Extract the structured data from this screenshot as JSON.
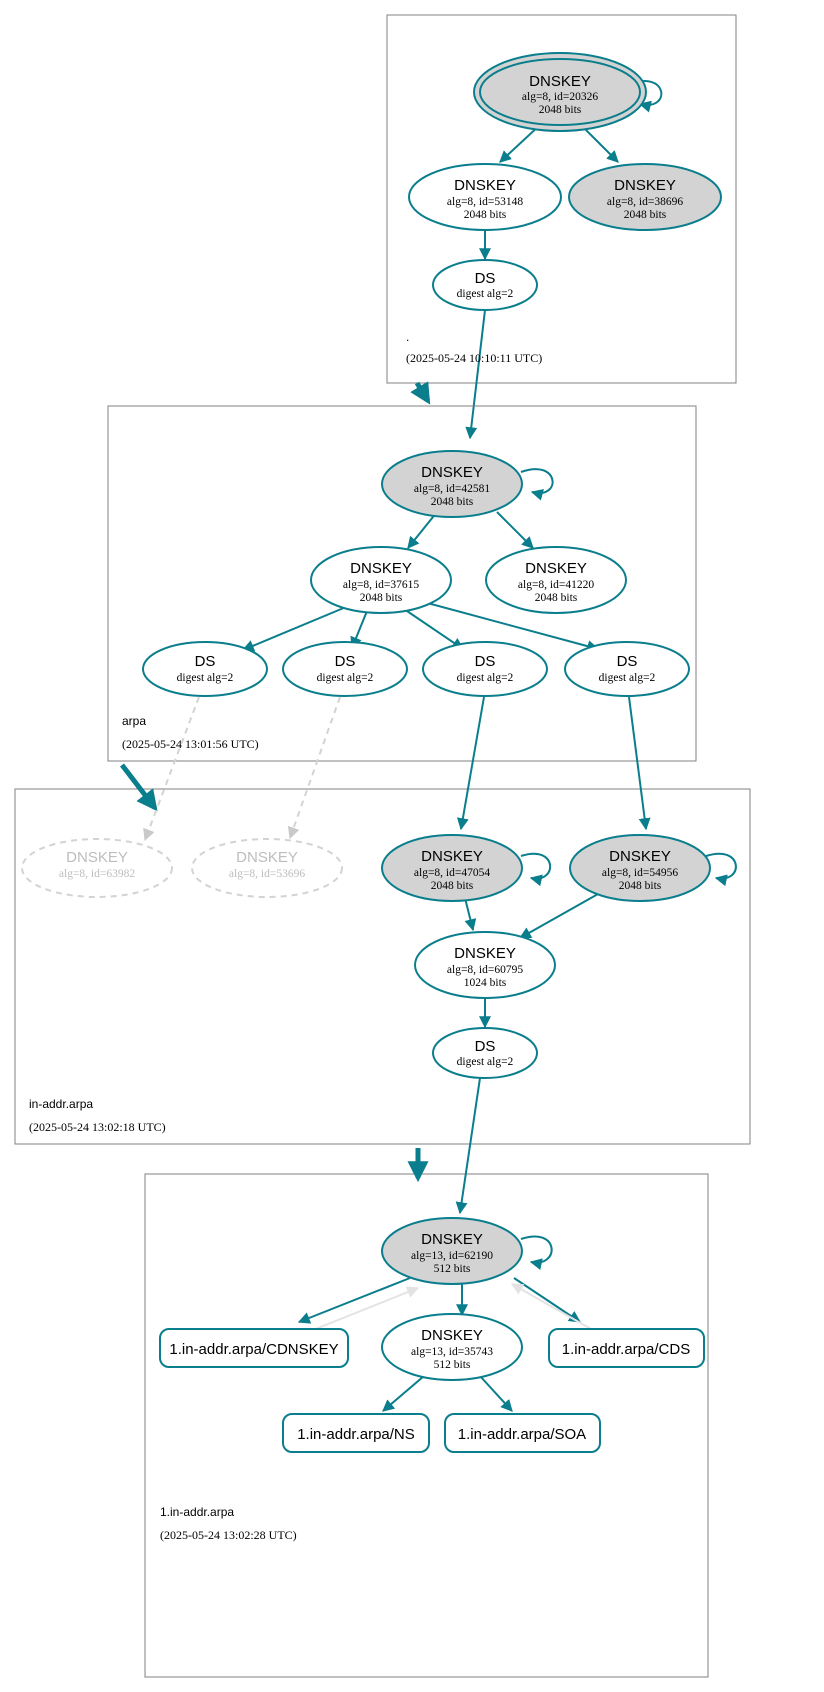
{
  "diagram": {
    "title": "DNSSEC authentication chain for 1.in-addr.arpa",
    "accent_color": "#0a7e8c",
    "secure_fill": "#d3d3d3",
    "nonexistent_color": "#d3d3d3"
  },
  "zones": [
    {
      "id": "root",
      "name": ".",
      "timestamp": "(2025-05-24 10:10:11 UTC)",
      "nodes": [
        {
          "id": "root-ksk",
          "type": "DNSKEY",
          "title": "DNSKEY",
          "line1": "alg=8, id=20326",
          "line2": "2048 bits",
          "style": "trust-anchor"
        },
        {
          "id": "root-zsk-53148",
          "type": "DNSKEY",
          "title": "DNSKEY",
          "line1": "alg=8, id=53148",
          "line2": "2048 bits",
          "style": "insecure-fill"
        },
        {
          "id": "root-zsk-38696",
          "type": "DNSKEY",
          "title": "DNSKEY",
          "line1": "alg=8, id=38696",
          "line2": "2048 bits",
          "style": "secure"
        },
        {
          "id": "root-ds",
          "type": "DS",
          "title": "DS",
          "line1": "digest alg=2",
          "line2": "",
          "style": "plain"
        }
      ]
    },
    {
      "id": "arpa",
      "name": "arpa",
      "timestamp": "(2025-05-24 13:01:56 UTC)",
      "nodes": [
        {
          "id": "arpa-ksk",
          "type": "DNSKEY",
          "title": "DNSKEY",
          "line1": "alg=8, id=42581",
          "line2": "2048 bits",
          "style": "secure"
        },
        {
          "id": "arpa-zsk-37615",
          "type": "DNSKEY",
          "title": "DNSKEY",
          "line1": "alg=8, id=37615",
          "line2": "2048 bits",
          "style": "plain"
        },
        {
          "id": "arpa-zsk-41220",
          "type": "DNSKEY",
          "title": "DNSKEY",
          "line1": "alg=8, id=41220",
          "line2": "2048 bits",
          "style": "plain"
        },
        {
          "id": "arpa-ds-1",
          "type": "DS",
          "title": "DS",
          "line1": "digest alg=2",
          "line2": "",
          "style": "plain"
        },
        {
          "id": "arpa-ds-2",
          "type": "DS",
          "title": "DS",
          "line1": "digest alg=2",
          "line2": "",
          "style": "plain"
        },
        {
          "id": "arpa-ds-3",
          "type": "DS",
          "title": "DS",
          "line1": "digest alg=2",
          "line2": "",
          "style": "plain"
        },
        {
          "id": "arpa-ds-4",
          "type": "DS",
          "title": "DS",
          "line1": "digest alg=2",
          "line2": "",
          "style": "plain"
        }
      ]
    },
    {
      "id": "in-addr-arpa",
      "name": "in-addr.arpa",
      "timestamp": "(2025-05-24 13:02:18 UTC)",
      "nodes": [
        {
          "id": "ia-ghost-63982",
          "type": "DNSKEY",
          "title": "DNSKEY",
          "line1": "alg=8, id=63982",
          "line2": "",
          "style": "nonexistent"
        },
        {
          "id": "ia-ghost-53696",
          "type": "DNSKEY",
          "title": "DNSKEY",
          "line1": "alg=8, id=53696",
          "line2": "",
          "style": "nonexistent"
        },
        {
          "id": "ia-ksk-47054",
          "type": "DNSKEY",
          "title": "DNSKEY",
          "line1": "alg=8, id=47054",
          "line2": "2048 bits",
          "style": "secure"
        },
        {
          "id": "ia-ksk-54956",
          "type": "DNSKEY",
          "title": "DNSKEY",
          "line1": "alg=8, id=54956",
          "line2": "2048 bits",
          "style": "secure"
        },
        {
          "id": "ia-zsk-60795",
          "type": "DNSKEY",
          "title": "DNSKEY",
          "line1": "alg=8, id=60795",
          "line2": "1024 bits",
          "style": "plain"
        },
        {
          "id": "ia-ds",
          "type": "DS",
          "title": "DS",
          "line1": "digest alg=2",
          "line2": "",
          "style": "plain"
        }
      ]
    },
    {
      "id": "one-in-addr-arpa",
      "name": "1.in-addr.arpa",
      "timestamp": "(2025-05-24 13:02:28 UTC)",
      "nodes": [
        {
          "id": "one-ksk-62190",
          "type": "DNSKEY",
          "title": "DNSKEY",
          "line1": "alg=13, id=62190",
          "line2": "512 bits",
          "style": "secure"
        },
        {
          "id": "one-zsk-35743",
          "type": "DNSKEY",
          "title": "DNSKEY",
          "line1": "alg=13, id=35743",
          "line2": "512 bits",
          "style": "plain"
        },
        {
          "id": "rr-cdnskey",
          "type": "RRset",
          "title": "1.in-addr.arpa/CDNSKEY",
          "style": "rect"
        },
        {
          "id": "rr-cds",
          "type": "RRset",
          "title": "1.in-addr.arpa/CDS",
          "style": "rect"
        },
        {
          "id": "rr-ns",
          "type": "RRset",
          "title": "1.in-addr.arpa/NS",
          "style": "rect"
        },
        {
          "id": "rr-soa",
          "type": "RRset",
          "title": "1.in-addr.arpa/SOA",
          "style": "rect"
        }
      ]
    }
  ]
}
